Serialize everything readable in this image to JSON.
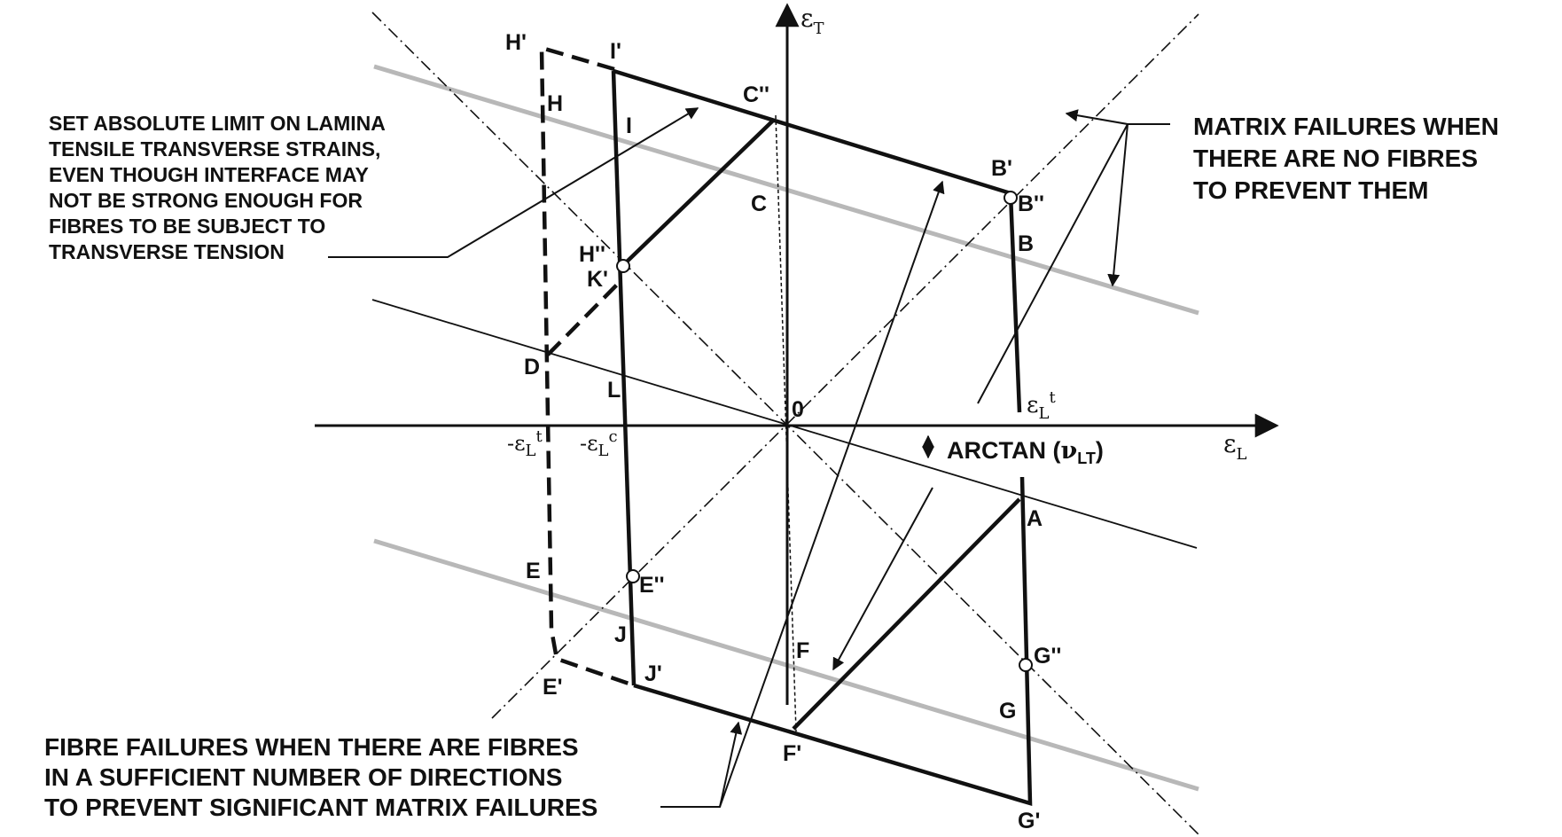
{
  "axes": {
    "y_symbol": "ε",
    "y_sub": "T",
    "x_symbol": "ε",
    "x_sub": "L",
    "origin": "0"
  },
  "axis_labels": {
    "neg_eps_lt": "-ε",
    "neg_eps_lt_sub": "L",
    "neg_eps_lt_sup": "t",
    "neg_eps_lc": "-ε",
    "neg_eps_lc_sub": "L",
    "neg_eps_lc_sup": "c",
    "eps_lt": "ε",
    "eps_lt_sub": "L",
    "eps_lt_sup": "t"
  },
  "arctan": {
    "prefix": "ARCTAN (",
    "nu": "ν",
    "sub": "LT",
    "suffix": ")"
  },
  "points": {
    "H_prime": "H'",
    "I_prime": "I'",
    "H": "H",
    "I": "I",
    "C_dprime": "C''",
    "C": "C",
    "B_prime": "B'",
    "B_dprime": "B''",
    "B": "B",
    "H_dprime": "H''",
    "K_prime": "K'",
    "D": "D",
    "L": "L",
    "A": "A",
    "E": "E",
    "E_dprime": "E''",
    "J": "J",
    "F": "F",
    "G_dprime": "G''",
    "E_prime": "E'",
    "J_prime": "J'",
    "G": "G",
    "F_prime": "F'",
    "G_prime": "G'"
  },
  "notes": {
    "left": [
      "SET ABSOLUTE LIMIT ON LAMINA",
      "TENSILE TRANSVERSE STRAINS,",
      "EVEN THOUGH INTERFACE MAY",
      "NOT BE STRONG ENOUGH FOR",
      "FIBRES TO BE SUBJECT TO",
      "TRANSVERSE TENSION"
    ],
    "right": [
      "MATRIX FAILURES WHEN",
      "THERE ARE NO FIBRES",
      "TO PREVENT THEM"
    ],
    "bottom": [
      "FIBRE FAILURES WHEN THERE ARE FIBRES",
      "IN A SUFFICIENT NUMBER OF DIRECTIONS",
      "TO PREVENT SIGNIFICANT MATRIX FAILURES"
    ]
  },
  "colors": {
    "line": "#111111",
    "gray_band": "#b8b8b8"
  }
}
